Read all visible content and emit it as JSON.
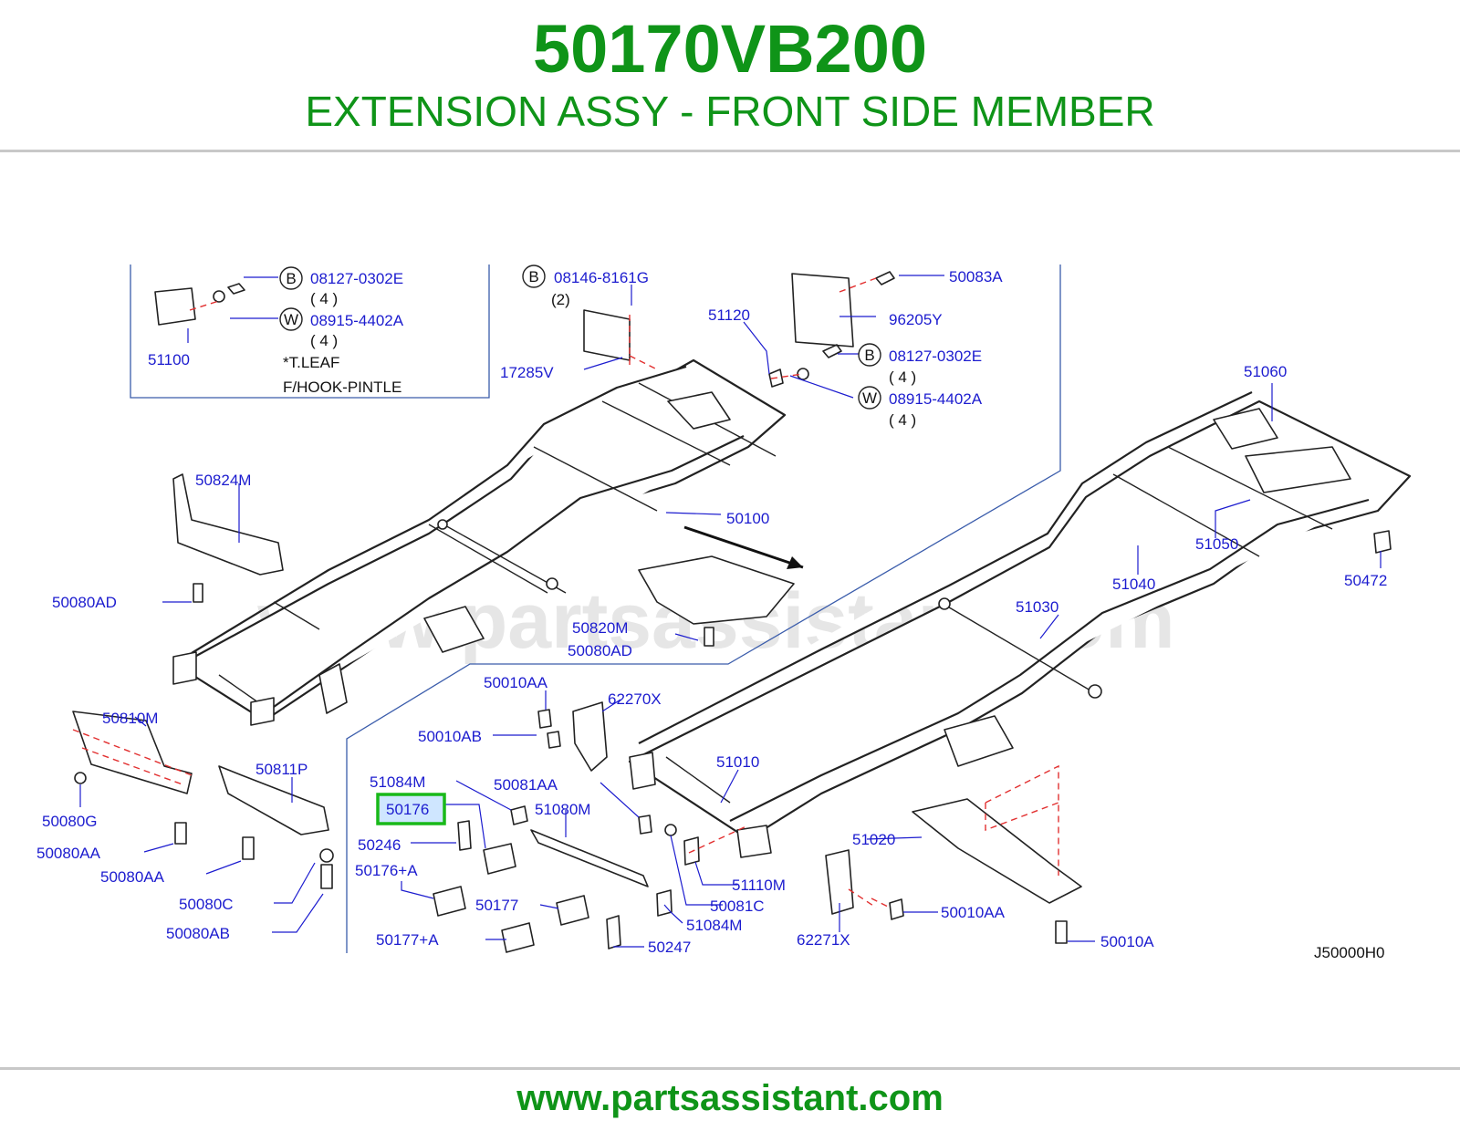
{
  "header": {
    "part_number": "50170VB200",
    "part_name": "EXTENSION ASSY - FRONT SIDE MEMBER"
  },
  "diagram": {
    "diagram_code": "J50000H0",
    "watermark": "www.partsassistant.com",
    "highlighted_part": "50176",
    "inset": {
      "part": "51100",
      "bolt_badge": "B",
      "bolt_part": "08127-0302E",
      "bolt_qty": "( 4 )",
      "washer_badge": "W",
      "washer_part": "08915-4402A",
      "washer_qty": "( 4 )",
      "note_line1": "*T.LEAF",
      "note_line2": "F/HOOK-PINTLE"
    },
    "top_callouts": {
      "bolt_badge": "B",
      "bolt_part": "08146-8161G",
      "bolt_qty": "(2)",
      "part_17285v": "17285V",
      "part_51120": "51120",
      "part_50083a": "50083A",
      "part_96205y": "96205Y",
      "bolt2_badge": "B",
      "bolt2_part": "08127-0302E",
      "bolt2_qty": "( 4 )",
      "washer2_badge": "W",
      "washer2_part": "08915-4402A",
      "washer2_qty": "( 4 )"
    },
    "labels": {
      "p50824M": "50824M",
      "p50100": "50100",
      "p50080AD_left": "50080AD",
      "p50820M": "50820M",
      "p50080AD_mid": "50080AD",
      "p50810M": "50810M",
      "p50811P": "50811P",
      "p50080G": "50080G",
      "p50080AA_1": "50080AA",
      "p50080AA_2": "50080AA",
      "p50080C": "50080C",
      "p50080AB": "50080AB",
      "p50010AA_top": "50010AA",
      "p62270X": "62270X",
      "p50010AB": "50010AB",
      "p51084M_top": "51084M",
      "p50081AA": "50081AA",
      "p50176": "50176",
      "p51080M": "51080M",
      "p50246": "50246",
      "p50176A": "50176+A",
      "p50177": "50177",
      "p51084M_bot": "51084M",
      "p50177A": "50177+A",
      "p50247": "50247",
      "p51110M": "51110M",
      "p50081C": "50081C",
      "p51060": "51060",
      "p51050": "51050",
      "p51040": "51040",
      "p50472": "50472",
      "p51030": "51030",
      "p51010": "51010",
      "p51020": "51020",
      "p62271X": "62271X",
      "p50010AA_bot": "50010AA",
      "p50010A": "50010A"
    }
  },
  "footer": {
    "url": "www.partsassistant.com"
  },
  "colors": {
    "brand_green": "#0f9418",
    "label_blue": "#1c1ccf",
    "dashed_red": "#e23030",
    "highlight_border": "#19b919",
    "highlight_fill": "#cfe6ff"
  }
}
